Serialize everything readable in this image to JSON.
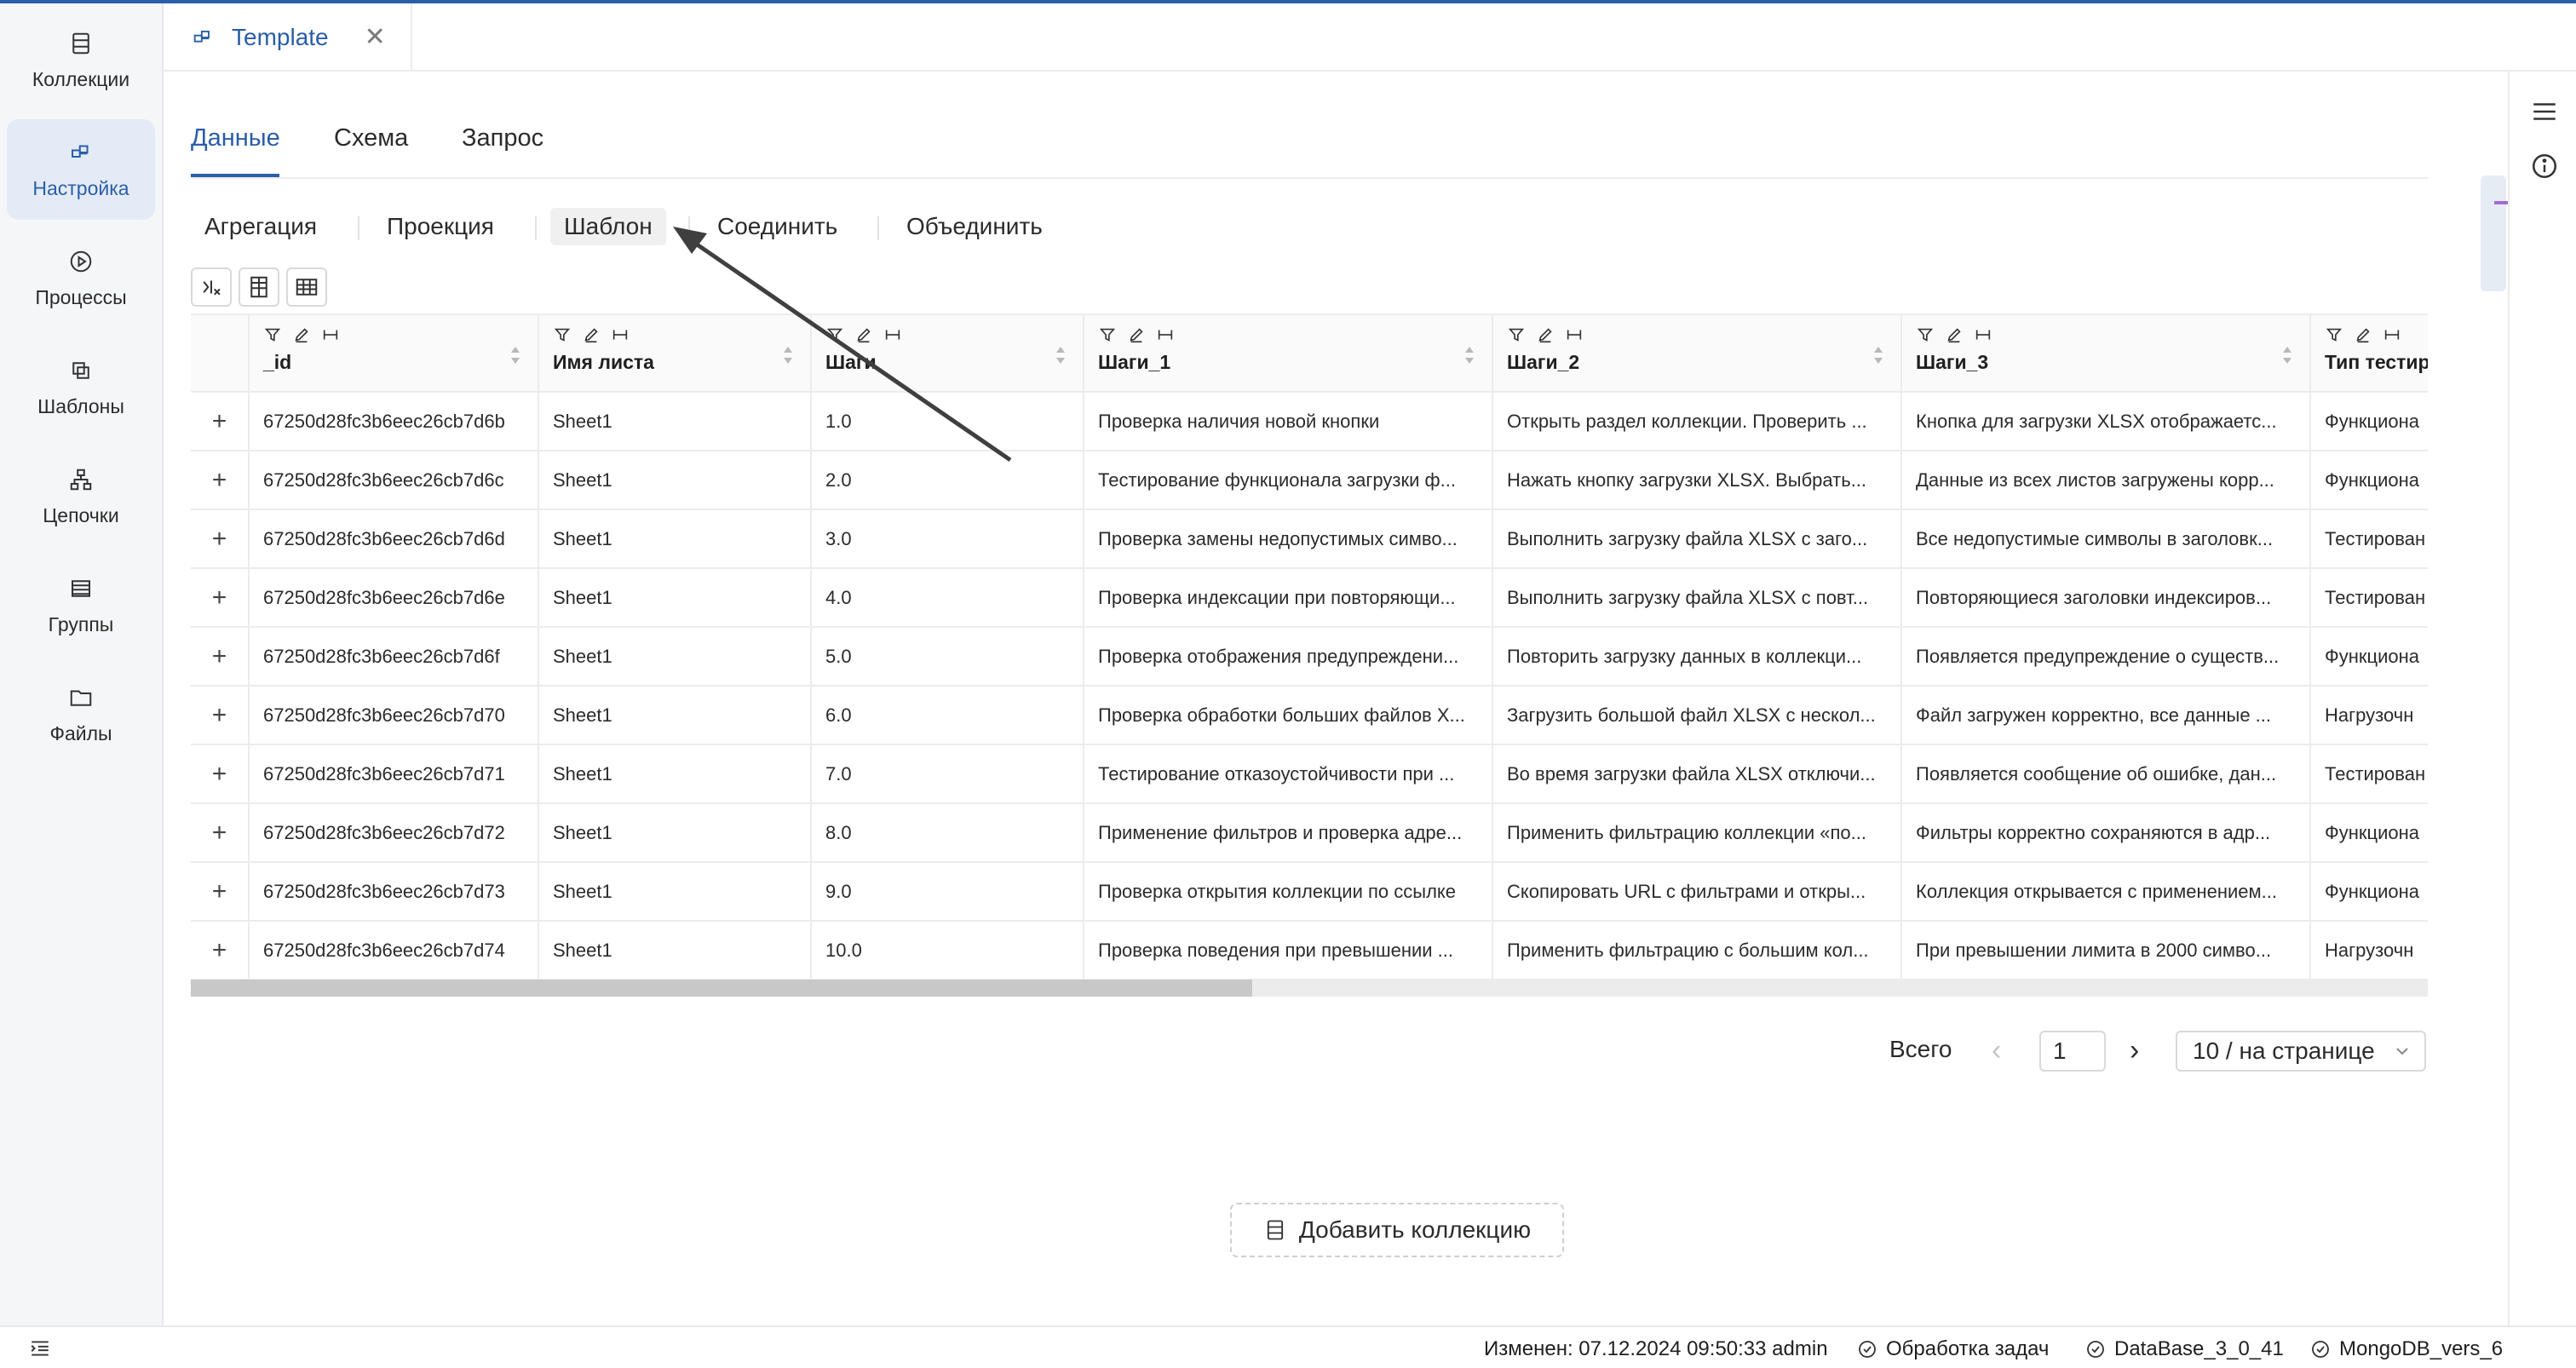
{
  "sidebar": {
    "items": [
      {
        "label": "Коллекции",
        "icon": "collection-icon"
      },
      {
        "label": "Настройка",
        "icon": "settings-blocks-icon",
        "active": true
      },
      {
        "label": "Процессы",
        "icon": "play-icon"
      },
      {
        "label": "Шаблоны",
        "icon": "templates-icon"
      },
      {
        "label": "Цепочки",
        "icon": "chain-icon"
      },
      {
        "label": "Группы",
        "icon": "groups-icon"
      },
      {
        "label": "Файлы",
        "icon": "folder-icon"
      }
    ]
  },
  "doc_tab": {
    "title": "Template",
    "close": "✕"
  },
  "main_tabs": [
    "Данные",
    "Схема",
    "Запрос"
  ],
  "sub_tabs": [
    "Агрегация",
    "Проекция",
    "Шаблон",
    "Соединить",
    "Объединить"
  ],
  "table": {
    "columns": [
      "_id",
      "Имя листа",
      "Шаги",
      "Шаги_1",
      "Шаги_2",
      "Шаги_3",
      "Тип тестир"
    ],
    "rows": [
      [
        "67250d28fc3b6eec26cb7d6b",
        "Sheet1",
        "1.0",
        "Проверка наличия новой кнопки",
        "Открыть раздел коллекции. Проверить ...",
        "Кнопка для загрузки XLSX отображаетс...",
        "Функциона"
      ],
      [
        "67250d28fc3b6eec26cb7d6c",
        "Sheet1",
        "2.0",
        "Тестирование функционала загрузки ф...",
        "Нажать кнопку загрузки XLSX. Выбрать...",
        "Данные из всех листов загружены корр...",
        "Функциона"
      ],
      [
        "67250d28fc3b6eec26cb7d6d",
        "Sheet1",
        "3.0",
        "Проверка замены недопустимых симво...",
        "Выполнить загрузку файла XLSX с заго...",
        "Все недопустимые символы в заголовк...",
        "Тестирован"
      ],
      [
        "67250d28fc3b6eec26cb7d6e",
        "Sheet1",
        "4.0",
        "Проверка индексации при повторяющи...",
        "Выполнить загрузку файла XLSX с повт...",
        "Повторяющиеся заголовки индексиров...",
        "Тестирован"
      ],
      [
        "67250d28fc3b6eec26cb7d6f",
        "Sheet1",
        "5.0",
        "Проверка отображения предупреждени...",
        "Повторить загрузку данных в коллекци...",
        "Появляется предупреждение о существ...",
        "Функциона"
      ],
      [
        "67250d28fc3b6eec26cb7d70",
        "Sheet1",
        "6.0",
        "Проверка обработки больших файлов X...",
        "Загрузить большой файл XLSX с нескол...",
        "Файл загружен корректно, все данные ...",
        "Нагрузочн"
      ],
      [
        "67250d28fc3b6eec26cb7d71",
        "Sheet1",
        "7.0",
        "Тестирование отказоустойчивости при ...",
        "Во время загрузки файла XLSX отключи...",
        "Появляется сообщение об ошибке, дан...",
        "Тестирован"
      ],
      [
        "67250d28fc3b6eec26cb7d72",
        "Sheet1",
        "8.0",
        "Применение фильтров и проверка адре...",
        "Применить фильтрацию коллекции «по...",
        "Фильтры корректно сохраняются в адр...",
        "Функциона"
      ],
      [
        "67250d28fc3b6eec26cb7d73",
        "Sheet1",
        "9.0",
        "Проверка открытия коллекции по ссылке",
        "Скопировать URL с фильтрами и откры...",
        "Коллекция открывается с применением...",
        "Функциона"
      ],
      [
        "67250d28fc3b6eec26cb7d74",
        "Sheet1",
        "10.0",
        "Проверка поведения при превышении ...",
        "Применить фильтрацию с большим кол...",
        "При превышении лимита в 2000 симво...",
        "Нагрузочн"
      ]
    ],
    "expand_symbol": "+"
  },
  "pagination": {
    "total_label": "Всего",
    "prev": "‹",
    "page": "1",
    "next": "›",
    "page_size": "10 / на странице"
  },
  "add_collection": "Добавить коллекцию",
  "statusbar": {
    "modified": "Изменен: 07.12.2024 09:50:33 admin",
    "task_processing": "Обработка задач",
    "database": "DataBase_3_0_41",
    "mongodb": "MongoDB_vers_6"
  },
  "colors": {
    "accent": "#2a5ea8",
    "active_bg": "#e4ebf6",
    "arrow": "#3f3f3f"
  }
}
